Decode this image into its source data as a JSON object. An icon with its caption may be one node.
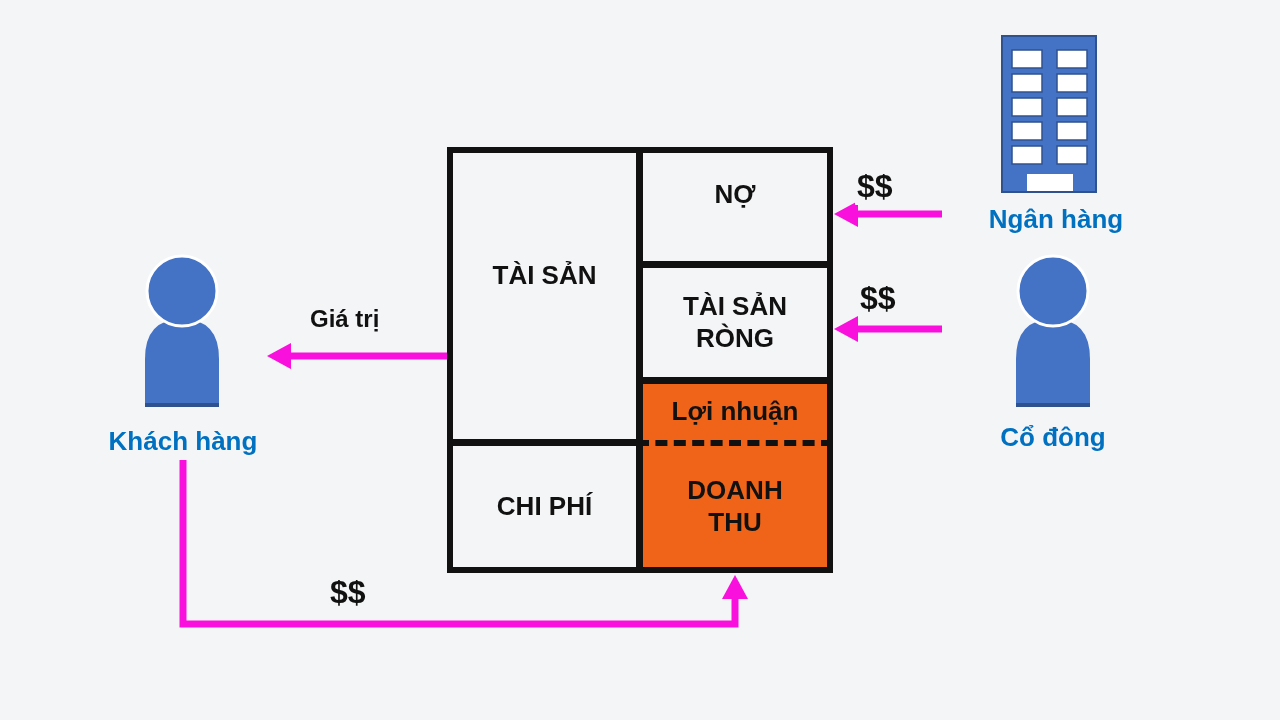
{
  "diagram": {
    "nodes": [
      {
        "text": [
          "TÀI SẢN"
        ]
      },
      {
        "text": [
          "NỢ"
        ]
      },
      {
        "text": [
          "TÀI SẢN RÒNG"
        ]
      },
      {
        "text": [
          "Lợi nhuận"
        ]
      },
      {
        "text": [
          "CHI PHÍ"
        ]
      },
      {
        "text": [
          "DOANH THU"
        ]
      },
      {
        "text": [
          "Khách hàng"
        ]
      },
      {
        "text": [
          "Ngân hàng"
        ]
      },
      {
        "text": [
          "Cổ đông"
        ]
      }
    ],
    "edges": [
      {
        "from": 7,
        "to": 1,
        "arrow": "to",
        "label": "$$"
      },
      {
        "from": 8,
        "to": 2,
        "arrow": "to",
        "label": "$$"
      },
      {
        "from": 0,
        "to": 6,
        "arrow": "to",
        "label": "Giá trị"
      },
      {
        "from": 6,
        "to": 5,
        "arrow": "to",
        "label": "$$"
      }
    ]
  }
}
